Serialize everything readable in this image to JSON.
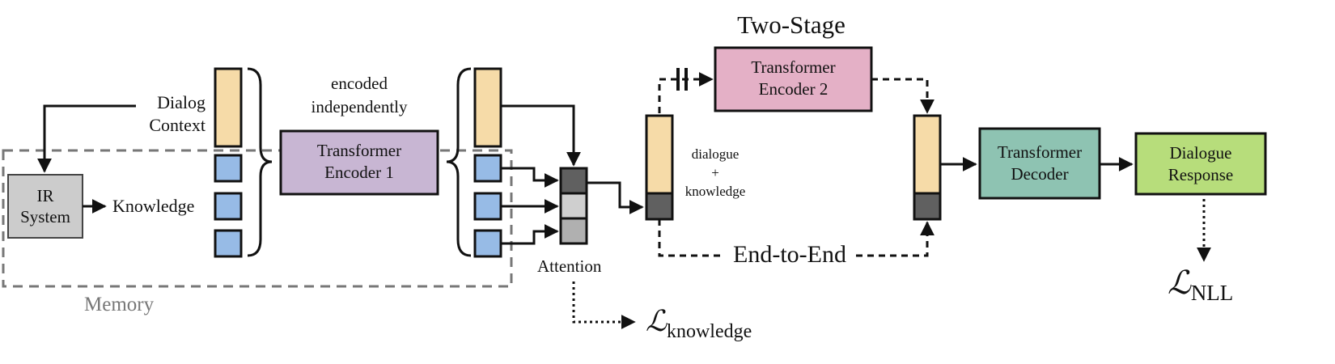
{
  "title_two_stage": "Two-Stage",
  "end_to_end": "End-to-End",
  "dialog_context": [
    "Dialog",
    "Context"
  ],
  "knowledge": "Knowledge",
  "ir_system": [
    "IR",
    "System"
  ],
  "memory": "Memory",
  "encoded_independently": [
    "encoded",
    "independently"
  ],
  "encoder1": [
    "Transformer",
    "Encoder 1"
  ],
  "encoder2": [
    "Transformer",
    "Encoder 2"
  ],
  "decoder": [
    "Transformer",
    "Decoder"
  ],
  "dialogue_response": [
    "Dialogue",
    "Response"
  ],
  "attention": "Attention",
  "dialogue_knowledge": [
    "dialogue",
    "+",
    "knowledge"
  ],
  "loss_knowledge": {
    "symbol": "ℒ",
    "sub": "knowledge"
  },
  "loss_nll": {
    "symbol": "ℒ",
    "sub": "NLL"
  },
  "colors": {
    "context_tan": "#f6dba8",
    "knowledge_blue": "#97bbe6",
    "encoder1_purple": "#c8b6d3",
    "encoder2_pink": "#e4b0c6",
    "decoder_teal": "#8ec3b2",
    "response_green": "#b7dd7b",
    "ir_gray": "#cccccc",
    "attn_dark": "#606060",
    "attn_light": "#cfcfcf",
    "attn_mid": "#b0b0b0",
    "memory_gray": "#777777"
  }
}
